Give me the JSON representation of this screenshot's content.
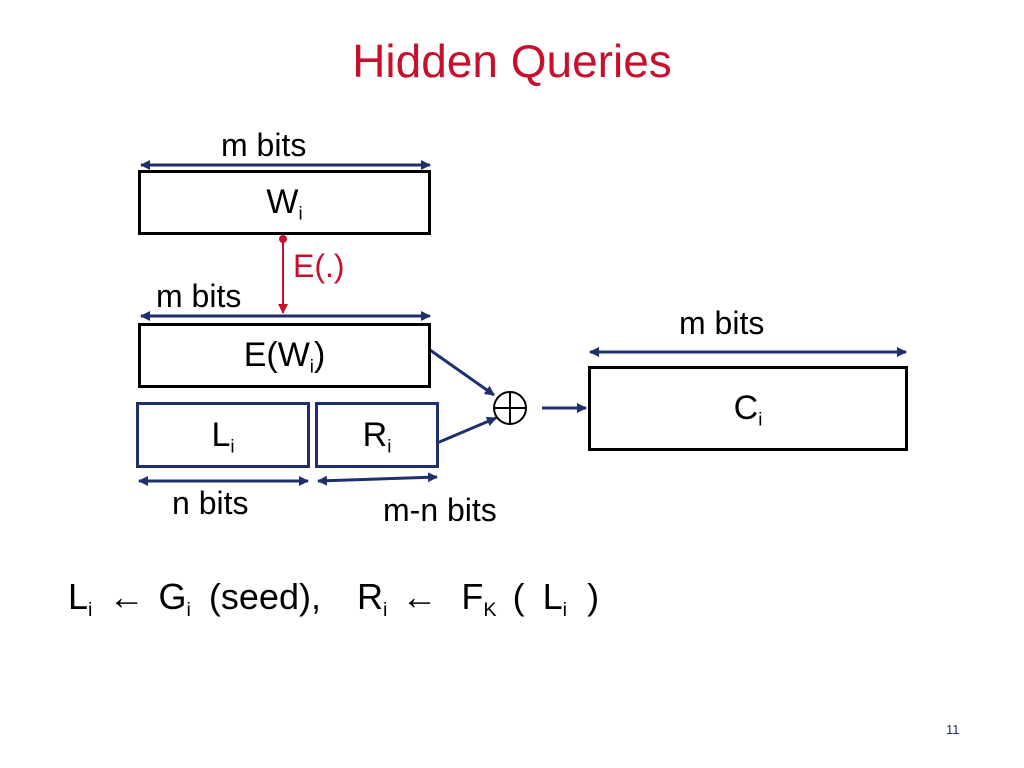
{
  "title": "Hidden Queries",
  "page_number": "11",
  "labels": {
    "top_width": "m bits",
    "mid_width": "m bits",
    "right_width": "m bits",
    "left_bottom": "n bits",
    "right_bottom": "m-n bits",
    "encrypt_fn": "E(.)"
  },
  "boxes": {
    "wi": {
      "main": "W",
      "sub": "i"
    },
    "ewi": {
      "pre": "E(",
      "main": "W",
      "sub": "i",
      "post": ")"
    },
    "li": {
      "main": "L",
      "sub": "i"
    },
    "ri": {
      "main": "R",
      "sub": "i"
    },
    "ci": {
      "main": "C",
      "sub": "i"
    }
  },
  "formula": {
    "li": "L",
    "li_sub": "i",
    "arrow1": "←",
    "gi": "G",
    "gi_sub": "i",
    "seed": "(seed),",
    "ri": "R",
    "ri_sub": "i",
    "arrow2": "←",
    "fk": "F",
    "fk_sub": "K",
    "open": "(",
    "li2": "L",
    "li2_sub": "i",
    "close": ")"
  },
  "colors": {
    "title": "#c8102e",
    "arrow": "#1f2f6e",
    "encrypt_arrow": "#c8102e"
  }
}
